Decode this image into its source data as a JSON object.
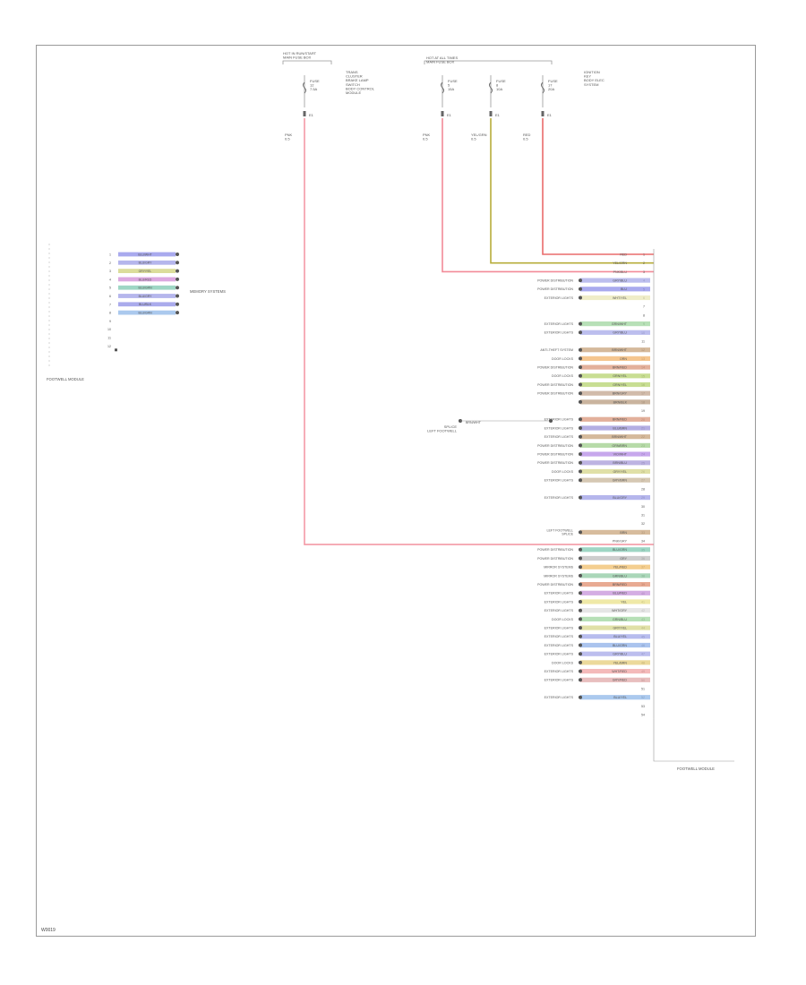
{
  "fuse_groups": [
    {
      "header": "HOT IN RUN/START\nMAIN FUSE BOX",
      "fuse": {
        "name": "FUSE",
        "number": "12",
        "rating": "7.5A"
      },
      "circuits": "TRANS\nCLUSTER\nBRAKE LAMP\nSWITCH\nBODY CONTROL\nMODULE",
      "connector": "E1",
      "wire": {
        "color_label": "PNK",
        "color": "#f49aa6",
        "gauge": "0.5"
      }
    },
    {
      "header": "HOT AT ALL TIMES\nMAIN FUSE BOX",
      "fuse": {
        "name": "FUSE",
        "number": "5",
        "rating": "15A"
      },
      "circuits": "",
      "connector": "E1",
      "wire": {
        "color_label": "PNK",
        "color": "#f28b98",
        "gauge": "0.5"
      }
    },
    {
      "header": "",
      "fuse": {
        "name": "FUSE",
        "number": "8",
        "rating": "10A"
      },
      "circuits": "",
      "connector": "E1",
      "wire": {
        "color_label": "YEL/GRN",
        "color": "#b7ad3a",
        "gauge": "0.5"
      }
    },
    {
      "header": "",
      "fuse": {
        "name": "FUSE",
        "number": "17",
        "rating": "20A"
      },
      "circuits": "IGNITION\nKEY\nBODY ELEC\nSYSTEM",
      "connector": "E1",
      "wire": {
        "color_label": "RED",
        "color": "#ea6b6b",
        "gauge": "0.5"
      }
    }
  ],
  "left_connector": {
    "name": "FOOTWELL MODULE",
    "destination": "MEMORY SYSTEMS",
    "pins": [
      {
        "pin": "1",
        "wire": "BLU/WHT",
        "color": "#8c8ee8"
      },
      {
        "pin": "2",
        "wire": "BLU/GRY",
        "color": "#9c9ee6"
      },
      {
        "pin": "3",
        "wire": "GRY/YEL",
        "color": "#cfd27a"
      },
      {
        "pin": "4",
        "wire": "BLU/RED",
        "color": "#d08bd6"
      },
      {
        "pin": "5",
        "wire": "BLU/GRN",
        "color": "#7ec8b0"
      },
      {
        "pin": "6",
        "wire": "BLU/GRY",
        "color": "#9c9ee6"
      },
      {
        "pin": "7",
        "wire": "BLU/BLK",
        "color": "#8d8fe6"
      },
      {
        "pin": "8",
        "wire": "BLU/GRN",
        "color": "#8fb7e8"
      },
      {
        "pin": "9",
        "wire": "",
        "color": ""
      },
      {
        "pin": "10",
        "wire": "",
        "color": ""
      },
      {
        "pin": "11",
        "wire": "",
        "color": ""
      },
      {
        "pin": "12",
        "wire": "",
        "color": ""
      }
    ]
  },
  "right_connector": {
    "name": "FOOTWELL MODULE",
    "aux_label": "SPLICE\nLEFT FOOTWELL",
    "aux_wire": "BRN/WHT",
    "pins": [
      {
        "pin": "1",
        "dest": "",
        "wire": "RED",
        "color": "#ea6b6b"
      },
      {
        "pin": "2",
        "dest": "",
        "wire": "YEL/GRN",
        "color": "#c9c16a"
      },
      {
        "pin": "3",
        "dest": "",
        "wire": "PNK/BLU",
        "color": "#c69be0"
      },
      {
        "pin": "4",
        "dest": "POWER DISTRIBUTION",
        "wire": "GRY/BLU",
        "color": "#a5a8e8"
      },
      {
        "pin": "5",
        "dest": "POWER DISTRIBUTION",
        "wire": "BLU",
        "color": "#8c8ee8"
      },
      {
        "pin": "6",
        "dest": "EXTERIOR LIGHTS",
        "wire": "WHT/YEL",
        "color": "#e9e7b6"
      },
      {
        "pin": "7",
        "dest": "",
        "wire": "",
        "color": ""
      },
      {
        "pin": "8",
        "dest": "",
        "wire": "",
        "color": ""
      },
      {
        "pin": "9",
        "dest": "EXTERIOR LIGHTS",
        "wire": "GRN/WHT",
        "color": "#9fd59f"
      },
      {
        "pin": "10",
        "dest": "EXTERIOR LIGHTS",
        "wire": "GRY/BLU",
        "color": "#a5a8e8"
      },
      {
        "pin": "11",
        "dest": "",
        "wire": "",
        "color": ""
      },
      {
        "pin": "12",
        "dest": "ANTI-THEFT SYSTEM",
        "wire": "BRN/WHT",
        "color": "#c7a27a"
      },
      {
        "pin": "13",
        "dest": "DOOR LOCKS",
        "wire": "ORN",
        "color": "#f2b36a"
      },
      {
        "pin": "14",
        "dest": "POWER DISTRIBUTION",
        "wire": "BRN/RED",
        "color": "#d9957a"
      },
      {
        "pin": "15",
        "dest": "DOOR LOCKS",
        "wire": "GRN/YEL",
        "color": "#b5d36f"
      },
      {
        "pin": "16",
        "dest": "POWER DISTRIBUTION",
        "wire": "GRN/YEL",
        "color": "#b5d36f"
      },
      {
        "pin": "17",
        "dest": "POWER DISTRIBUTION",
        "wire": "BRN/GRY",
        "color": "#c2a48e"
      },
      {
        "pin": "18",
        "dest": "",
        "wire": "BRN/BLK",
        "color": "#b89b7e"
      },
      {
        "pin": "19",
        "dest": "",
        "wire": "",
        "color": ""
      },
      {
        "pin": "20",
        "dest": "EXTERIOR LIGHTS",
        "wire": "BRN/RED",
        "color": "#d9957a"
      },
      {
        "pin": "21",
        "dest": "EXTERIOR LIGHTS",
        "wire": "BLU/BRN",
        "color": "#9b93d8"
      },
      {
        "pin": "22",
        "dest": "EXTERIOR LIGHTS",
        "wire": "BRN/WHT",
        "color": "#c7a27a"
      },
      {
        "pin": "23",
        "dest": "POWER DISTRIBUTION",
        "wire": "GRN/BRN",
        "color": "#9fcf8c"
      },
      {
        "pin": "24",
        "dest": "POWER DISTRIBUTION",
        "wire": "VIO/WHT",
        "color": "#b48be6"
      },
      {
        "pin": "25",
        "dest": "POWER DISTRIBUTION",
        "wire": "BRN/BLU",
        "color": "#a79ad8"
      },
      {
        "pin": "26",
        "dest": "DOOR LOCKS",
        "wire": "GRY/YEL",
        "color": "#d6d58a"
      },
      {
        "pin": "27",
        "dest": "EXTERIOR LIGHTS",
        "wire": "GRY/BRN",
        "color": "#c8b59a"
      },
      {
        "pin": "28",
        "dest": "",
        "wire": "",
        "color": ""
      },
      {
        "pin": "29",
        "dest": "EXTERIOR LIGHTS",
        "wire": "BLU/GRY",
        "color": "#9c9ee6"
      },
      {
        "pin": "30",
        "dest": "",
        "wire": "",
        "color": ""
      },
      {
        "pin": "31",
        "dest": "",
        "wire": "",
        "color": ""
      },
      {
        "pin": "32",
        "dest": "",
        "wire": "",
        "color": ""
      },
      {
        "pin": "33",
        "dest": "LEFT FOOTWELL\nSPLICE",
        "wire": "BRN",
        "color": "#c9a67c"
      },
      {
        "pin": "34",
        "dest": "",
        "wire": "PNK/GRY",
        "color": "#f28b98"
      },
      {
        "pin": "35",
        "dest": "POWER DISTRIBUTION",
        "wire": "BLU/GRN",
        "color": "#7ec8b0"
      },
      {
        "pin": "36",
        "dest": "POWER DISTRIBUTION",
        "wire": "GRY",
        "color": "#bcbcbc"
      },
      {
        "pin": "37",
        "dest": "MIRROR SYSTEMS",
        "wire": "YEL/RED",
        "color": "#f0bd6a"
      },
      {
        "pin": "38",
        "dest": "MIRROR SYSTEMS",
        "wire": "GRN/BLU",
        "color": "#8ec9a2"
      },
      {
        "pin": "39",
        "dest": "POWER DISTRIBUTION",
        "wire": "BRN/RED",
        "color": "#e08d6e"
      },
      {
        "pin": "40",
        "dest": "EXTERIOR LIGHTS",
        "wire": "BLU/RED",
        "color": "#c592d9"
      },
      {
        "pin": "41",
        "dest": "EXTERIOR LIGHTS",
        "wire": "YEL",
        "color": "#e9e189"
      },
      {
        "pin": "42",
        "dest": "EXTERIOR LIGHTS",
        "wire": "WHT/GRY",
        "color": "#dedede"
      },
      {
        "pin": "43",
        "dest": "DOOR LOCKS",
        "wire": "GRN/BLU",
        "color": "#9fd59f"
      },
      {
        "pin": "44",
        "dest": "EXTERIOR LIGHTS",
        "wire": "GRY/YEL",
        "color": "#d6d58a"
      },
      {
        "pin": "45",
        "dest": "EXTERIOR LIGHTS",
        "wire": "BLU/YEL",
        "color": "#9fa6e8"
      },
      {
        "pin": "46",
        "dest": "EXTERIOR LIGHTS",
        "wire": "BLU/GRN",
        "color": "#8fb0e8"
      },
      {
        "pin": "47",
        "dest": "EXTERIOR LIGHTS",
        "wire": "GRY/BLU",
        "color": "#a5a8e8"
      },
      {
        "pin": "48",
        "dest": "DOOR LOCKS",
        "wire": "YEL/BRN",
        "color": "#e6cc7a"
      },
      {
        "pin": "49",
        "dest": "EXTERIOR LIGHTS",
        "wire": "WHT/RED",
        "color": "#f0a3a3"
      },
      {
        "pin": "50",
        "dest": "EXTERIOR LIGHTS",
        "wire": "GRY/RED",
        "color": "#e0a8a8"
      },
      {
        "pin": "51",
        "dest": "",
        "wire": "",
        "color": ""
      },
      {
        "pin": "52",
        "dest": "EXTERIOR LIGHTS",
        "wire": "BLU/YEL",
        "color": "#8fb7e8"
      },
      {
        "pin": "53",
        "dest": "",
        "wire": "",
        "color": ""
      },
      {
        "pin": "54",
        "dest": "",
        "wire": "",
        "color": ""
      }
    ]
  },
  "page_id": "W0019"
}
